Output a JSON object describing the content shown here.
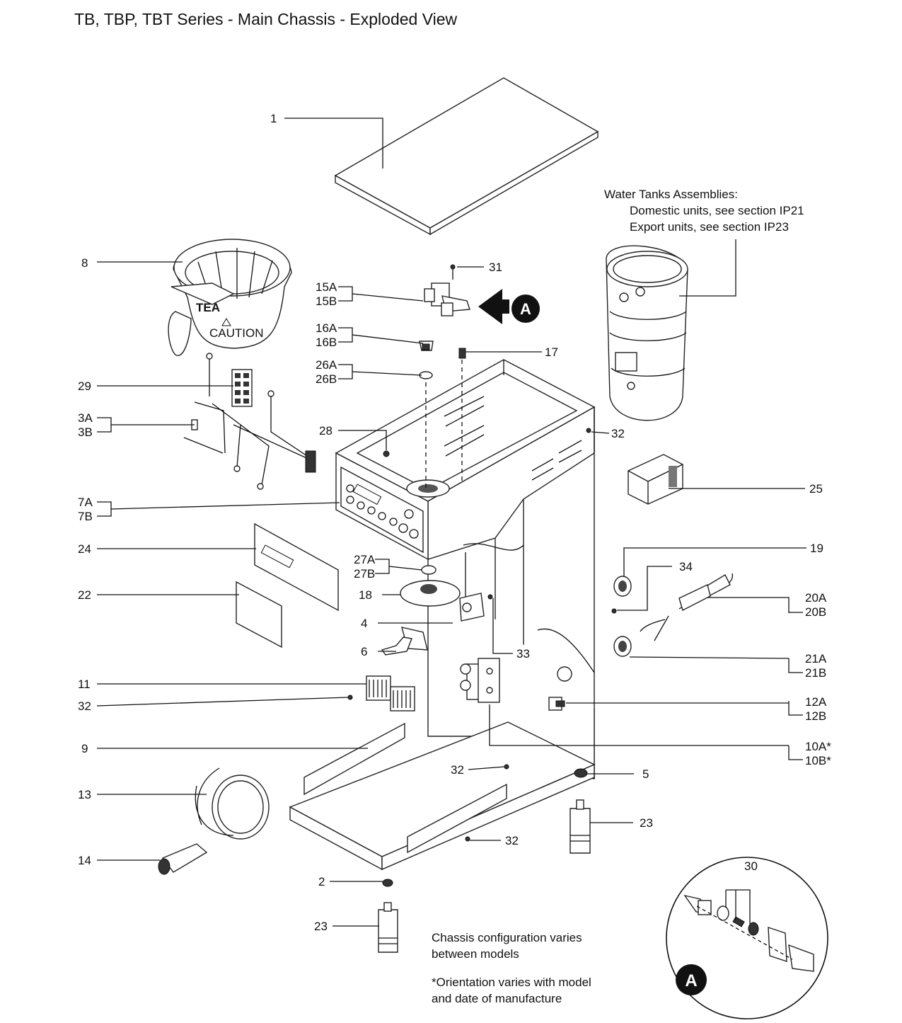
{
  "title": "TB, TBP, TBT Series - Main Chassis - Exploded View",
  "water_tank_note": {
    "heading": "Water Tanks Assemblies:",
    "domestic": "Domestic units, see section IP21",
    "export": "Export units, see section IP23"
  },
  "footnotes": {
    "chassis_line1": "Chassis configuration varies",
    "chassis_line2": "between models",
    "orientation_line1": "*Orientation varies with model",
    "orientation_line2": "and date of manufacture"
  },
  "detail_callout": "A",
  "funnel_text": {
    "brand": "TEA",
    "caution": "CAUTION"
  },
  "parts": {
    "p1": "1",
    "p2": "2",
    "p3A": "3A",
    "p3B": "3B",
    "p4": "4",
    "p5": "5",
    "p6": "6",
    "p7A": "7A",
    "p7B": "7B",
    "p8": "8",
    "p9": "9",
    "p10A": "10A*",
    "p10B": "10B*",
    "p11": "11",
    "p12A": "12A",
    "p12B": "12B",
    "p13": "13",
    "p14": "14",
    "p15A": "15A",
    "p15B": "15B",
    "p16A": "16A",
    "p16B": "16B",
    "p17": "17",
    "p18": "18",
    "p19": "19",
    "p20A": "20A",
    "p20B": "20B",
    "p21A": "21A",
    "p21B": "21B",
    "p22": "22",
    "p23": "23",
    "p24": "24",
    "p25": "25",
    "p26A": "26A",
    "p26B": "26B",
    "p27A": "27A",
    "p27B": "27B",
    "p28": "28",
    "p29": "29",
    "p30": "30",
    "p31": "31",
    "p32": "32",
    "p33": "33",
    "p34": "34"
  }
}
